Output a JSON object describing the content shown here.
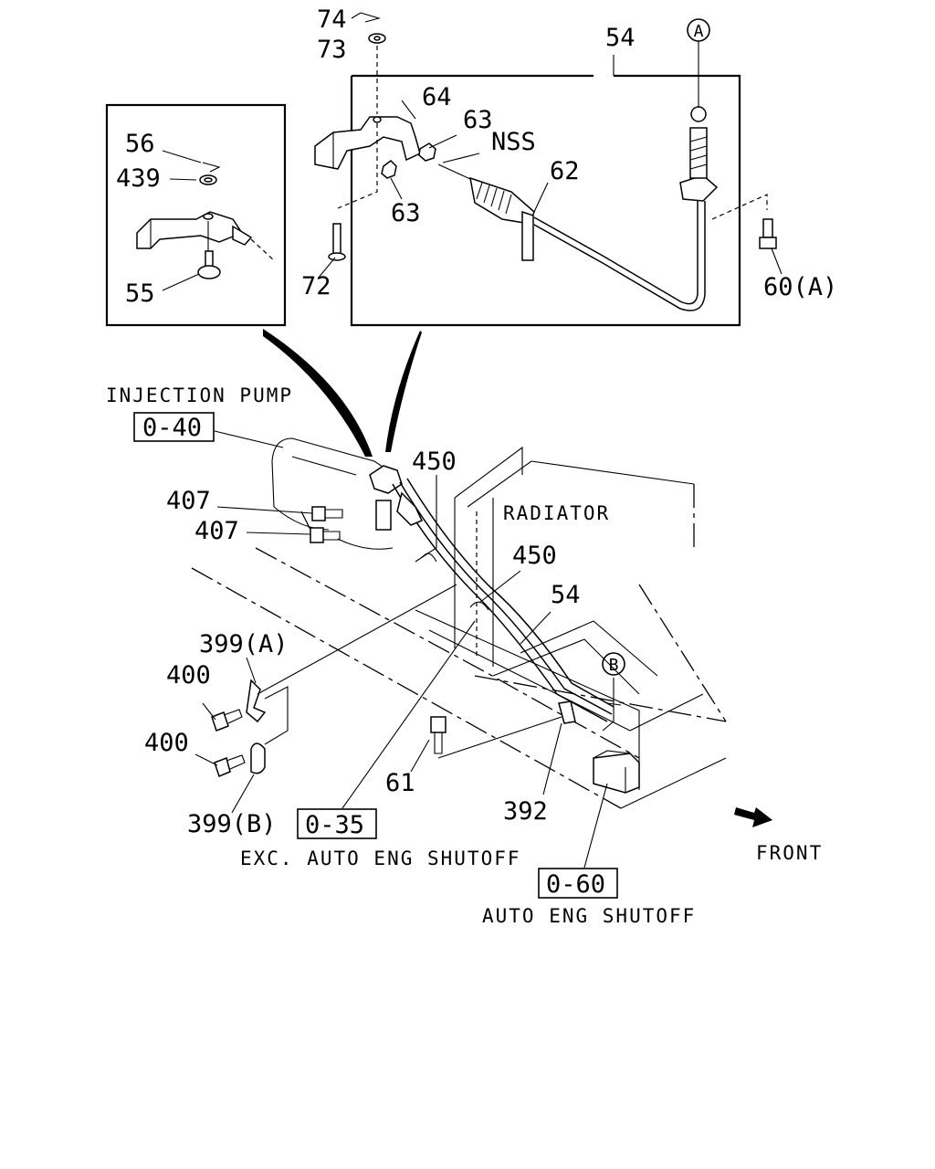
{
  "callouts": {
    "p74": "74",
    "p73": "73",
    "p54_top": "54",
    "p64": "64",
    "p63_a": "63",
    "nss": "NSS",
    "p62": "62",
    "p63_b": "63",
    "p72": "72",
    "p60a": "60(A)",
    "circle_a": "A",
    "p56": "56",
    "p439": "439",
    "p55": "55",
    "p450_a": "450",
    "p407_a": "407",
    "p407_b": "407",
    "p450_b": "450",
    "p54_main": "54",
    "p399a": "399(A)",
    "p400_a": "400",
    "p400_b": "400",
    "circle_b": "B",
    "p61": "61",
    "p392": "392",
    "p399b": "399(B)"
  },
  "labels": {
    "injection_pump": "INJECTION PUMP",
    "radiator": "RADIATOR",
    "exc_auto": "EXC. AUTO ENG SHUTOFF",
    "auto": "AUTO ENG SHUTOFF",
    "front": "FRONT"
  },
  "refs": {
    "ref_040": "0-40",
    "ref_035": "0-35",
    "ref_060": "0-60"
  },
  "icons": {
    "front_arrow": "front-arrow-icon"
  }
}
